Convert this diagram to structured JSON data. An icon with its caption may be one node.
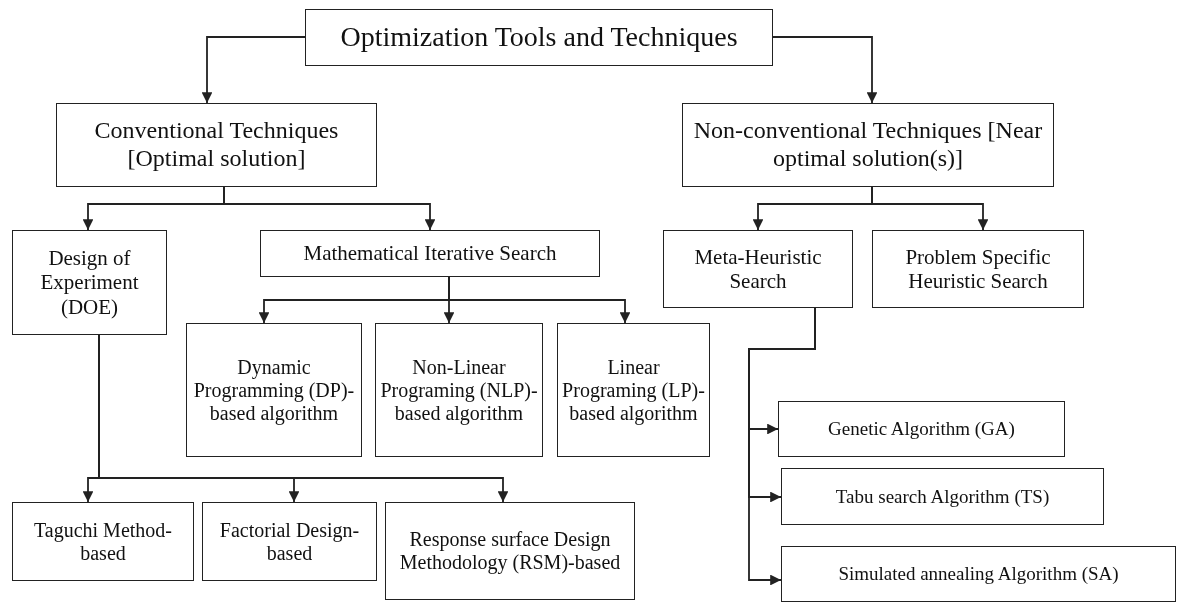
{
  "diagram": {
    "nodes": [
      {
        "text": [
          "Optimization Tools and Techniques"
        ]
      },
      {
        "text": [
          "Conventional Techniques [Optimal solution]"
        ]
      },
      {
        "text": [
          "Non-conventional Techniques [Near optimal solution(s)]"
        ]
      },
      {
        "text": [
          "Design of Experiment (DOE)"
        ]
      },
      {
        "text": [
          "Mathematical Iterative Search"
        ]
      },
      {
        "text": [
          "Meta-Heuristic Search"
        ]
      },
      {
        "text": [
          "Problem Specific Heuristic Search"
        ]
      },
      {
        "text": [
          "Dynamic Programming (DP)-based algorithm"
        ]
      },
      {
        "text": [
          "Non-Linear Programing (NLP)-based algorithm"
        ]
      },
      {
        "text": [
          "Linear Programing (LP)-based algorithm"
        ]
      },
      {
        "text": [
          "Taguchi Method-based"
        ]
      },
      {
        "text": [
          "Factorial Design-based"
        ]
      },
      {
        "text": [
          "Response surface Design Methodology (RSM)-based"
        ]
      },
      {
        "text": [
          "Genetic Algorithm (GA)"
        ]
      },
      {
        "text": [
          "Tabu search Algorithm (TS)"
        ]
      },
      {
        "text": [
          "Simulated annealing Algorithm (SA)"
        ]
      }
    ],
    "edges": [
      {
        "from": 0,
        "to": 1,
        "arrow": "to"
      },
      {
        "from": 0,
        "to": 2,
        "arrow": "to"
      },
      {
        "from": 1,
        "to": 3,
        "arrow": "to"
      },
      {
        "from": 1,
        "to": 4,
        "arrow": "to"
      },
      {
        "from": 2,
        "to": 5,
        "arrow": "to"
      },
      {
        "from": 2,
        "to": 6,
        "arrow": "to"
      },
      {
        "from": 4,
        "to": 7,
        "arrow": "to"
      },
      {
        "from": 4,
        "to": 8,
        "arrow": "to"
      },
      {
        "from": 4,
        "to": 9,
        "arrow": "to"
      },
      {
        "from": 3,
        "to": 10,
        "arrow": "to"
      },
      {
        "from": 3,
        "to": 11,
        "arrow": "to"
      },
      {
        "from": 3,
        "to": 12,
        "arrow": "to"
      },
      {
        "from": 5,
        "to": 13,
        "arrow": "to"
      },
      {
        "from": 5,
        "to": 14,
        "arrow": "to"
      },
      {
        "from": 5,
        "to": 15,
        "arrow": "to"
      }
    ]
  }
}
